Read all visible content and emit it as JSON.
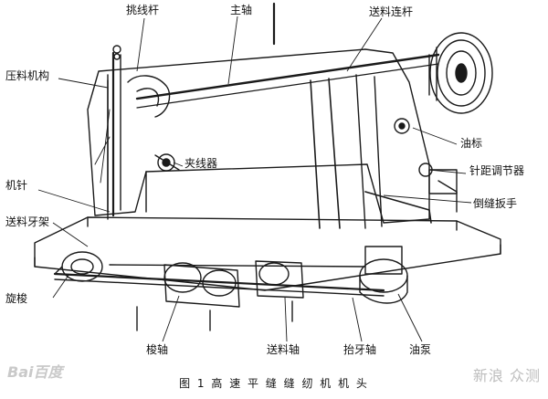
{
  "labels": {
    "tiaoxian": "挑线杆",
    "zhuzhou": "主轴",
    "songliao_liangan": "送料连杆",
    "yaliao": "压料机构",
    "youbiao": "油标",
    "jiaxian": "夹线器",
    "zhenju": "针距调节器",
    "jizhen": "机针",
    "daofeng": "倒缝扳手",
    "songliao_yajia": "送料牙架",
    "xuansuo": "旋梭",
    "suozhou": "梭轴",
    "songliaozhou": "送料轴",
    "taiyazhou": "抬牙轴",
    "youbeng": "油泵"
  },
  "caption": "图 1    高 速 平 缝 缝 纫 机 机 头",
  "watermarks": {
    "left": "Bai百度",
    "right": "新浪 众测"
  }
}
